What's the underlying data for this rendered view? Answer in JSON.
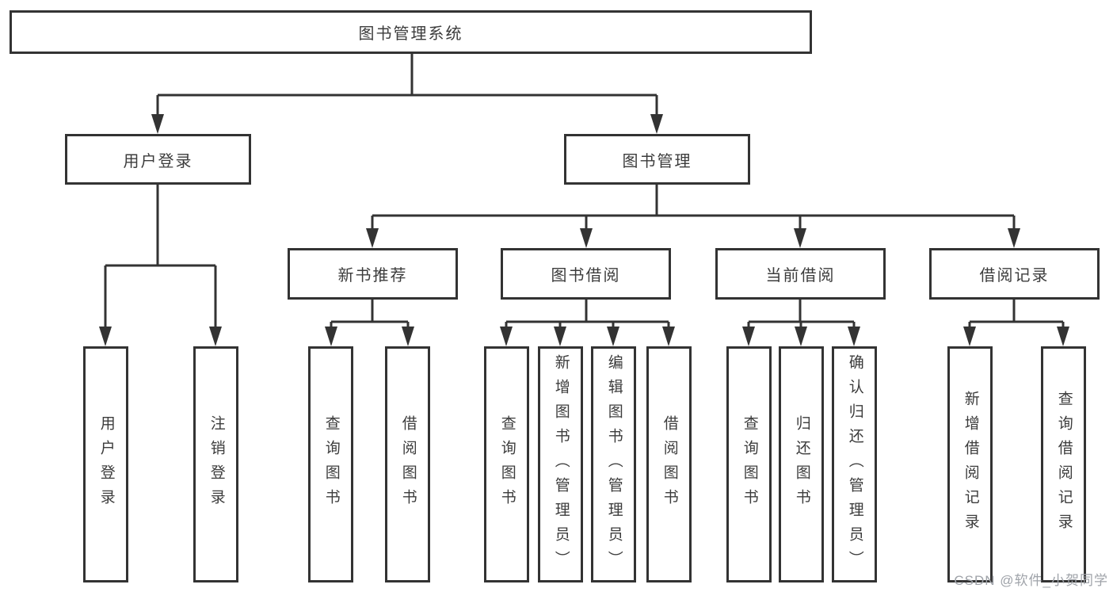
{
  "colors": {
    "background": "#ffffff",
    "line": "#333333",
    "box_border": "#333333",
    "text": "#3c3c3c",
    "watermark": "#9fa3a9"
  },
  "tree": {
    "root": "图书管理系统",
    "user_login": {
      "label": "用户登录",
      "children": [
        "用户登录",
        "注销登录"
      ]
    },
    "book_mgmt": {
      "label": "图书管理",
      "children": {
        "new_books": {
          "label": "新书推荐",
          "children": [
            "查询图书",
            "借阅图书"
          ]
        },
        "book_borrow": {
          "label": "图书借阅",
          "children": [
            "查询图书",
            "新增图书（管理员）",
            "编辑图书（管理员）",
            "借阅图书"
          ]
        },
        "current_borrow": {
          "label": "当前借阅",
          "children": [
            "查询图书",
            "归还图书",
            "确认归还（管理员）"
          ]
        },
        "borrow_records": {
          "label": "借阅记录",
          "children": [
            "新增借阅记录",
            "查询借阅记录"
          ]
        }
      }
    }
  },
  "watermark": "CSDN @软件_小贺同学"
}
